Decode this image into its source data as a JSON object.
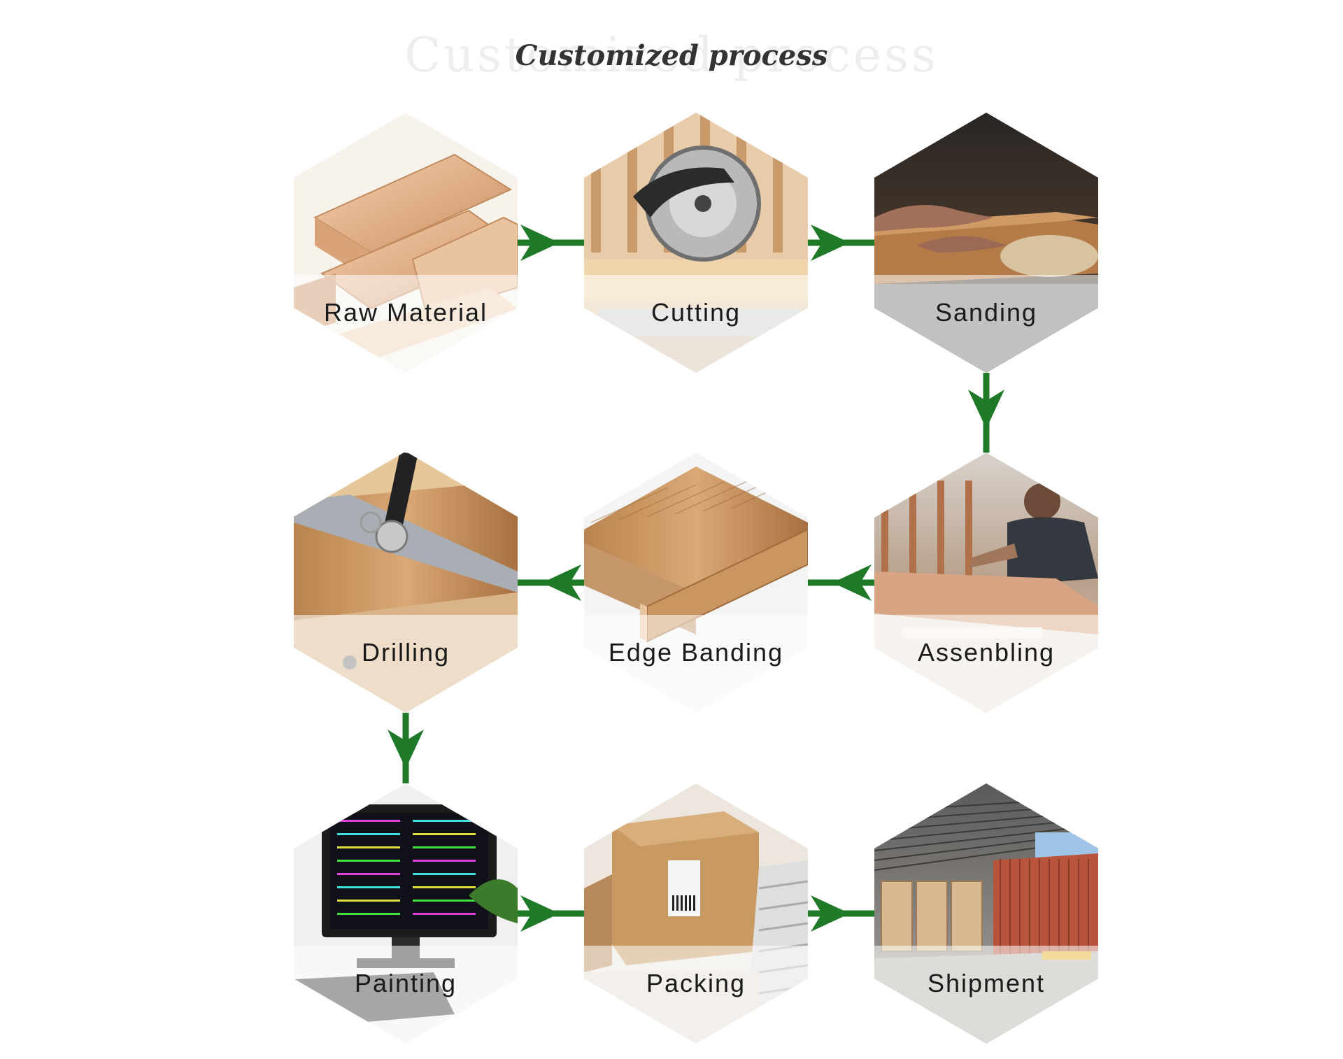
{
  "title": {
    "ghost": "Customized process",
    "main": "Customized process"
  },
  "colors": {
    "arrow": "#1f7a28",
    "label_band": "rgba(255,255,255,0.55)"
  },
  "steps": [
    {
      "label": "Raw Material",
      "scene": "wood-planks",
      "icon": "lumber-image"
    },
    {
      "label": "Cutting",
      "scene": "miter-saw",
      "icon": "saw-image"
    },
    {
      "label": "Sanding",
      "scene": "sanding-board",
      "icon": "sanding-image"
    },
    {
      "label": "Assenbling",
      "scene": "worker-assembling",
      "icon": "assembly-image"
    },
    {
      "label": "Edge Banding",
      "scene": "banded-panel",
      "icon": "edge-band-image"
    },
    {
      "label": "Drilling",
      "scene": "drill-screw",
      "icon": "drill-image"
    },
    {
      "label": "Painting",
      "scene": "cad-monitor",
      "icon": "monitor-image"
    },
    {
      "label": "Packing",
      "scene": "cardboard-box",
      "icon": "box-image"
    },
    {
      "label": "Shipment",
      "scene": "container-warehouse",
      "icon": "container-image"
    }
  ],
  "flow": [
    {
      "from": "Raw Material",
      "to": "Cutting"
    },
    {
      "from": "Cutting",
      "to": "Sanding"
    },
    {
      "from": "Sanding",
      "to": "Assenbling"
    },
    {
      "from": "Assenbling",
      "to": "Edge Banding"
    },
    {
      "from": "Edge Banding",
      "to": "Drilling"
    },
    {
      "from": "Drilling",
      "to": "Painting"
    },
    {
      "from": "Painting",
      "to": "Packing"
    },
    {
      "from": "Packing",
      "to": "Shipment"
    }
  ]
}
